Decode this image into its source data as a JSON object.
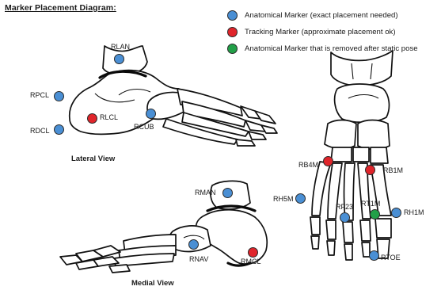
{
  "title": "Marker Placement Diagram:",
  "colors": {
    "anatomical": "#4a8fd4",
    "tracking": "#e0252b",
    "removed": "#22a048"
  },
  "legend": [
    {
      "label": "Anatomical Marker (exact placement needed)",
      "color_key": "anatomical"
    },
    {
      "label": "Tracking Marker (approximate placement ok)",
      "color_key": "tracking"
    },
    {
      "label": "Anatomical Marker that is removed after static pose",
      "color_key": "removed"
    }
  ],
  "views": {
    "lateral": "Lateral View",
    "medial": "Medial View"
  },
  "markers": {
    "rlan": "RLAN",
    "rpcl": "RPCL",
    "rdcl": "RDCL",
    "rlcl": "RLCL",
    "rcub": "RCUB",
    "rman": "RMAN",
    "rnav": "RNAV",
    "rmcl": "RMCL",
    "rb4m": "RB4M",
    "rb1m": "RB1M",
    "rh5m": "RH5M",
    "rf23": "RF23",
    "rt1m": "RT1M",
    "rh1m": "RH1M",
    "rtoe": "RTOE"
  }
}
